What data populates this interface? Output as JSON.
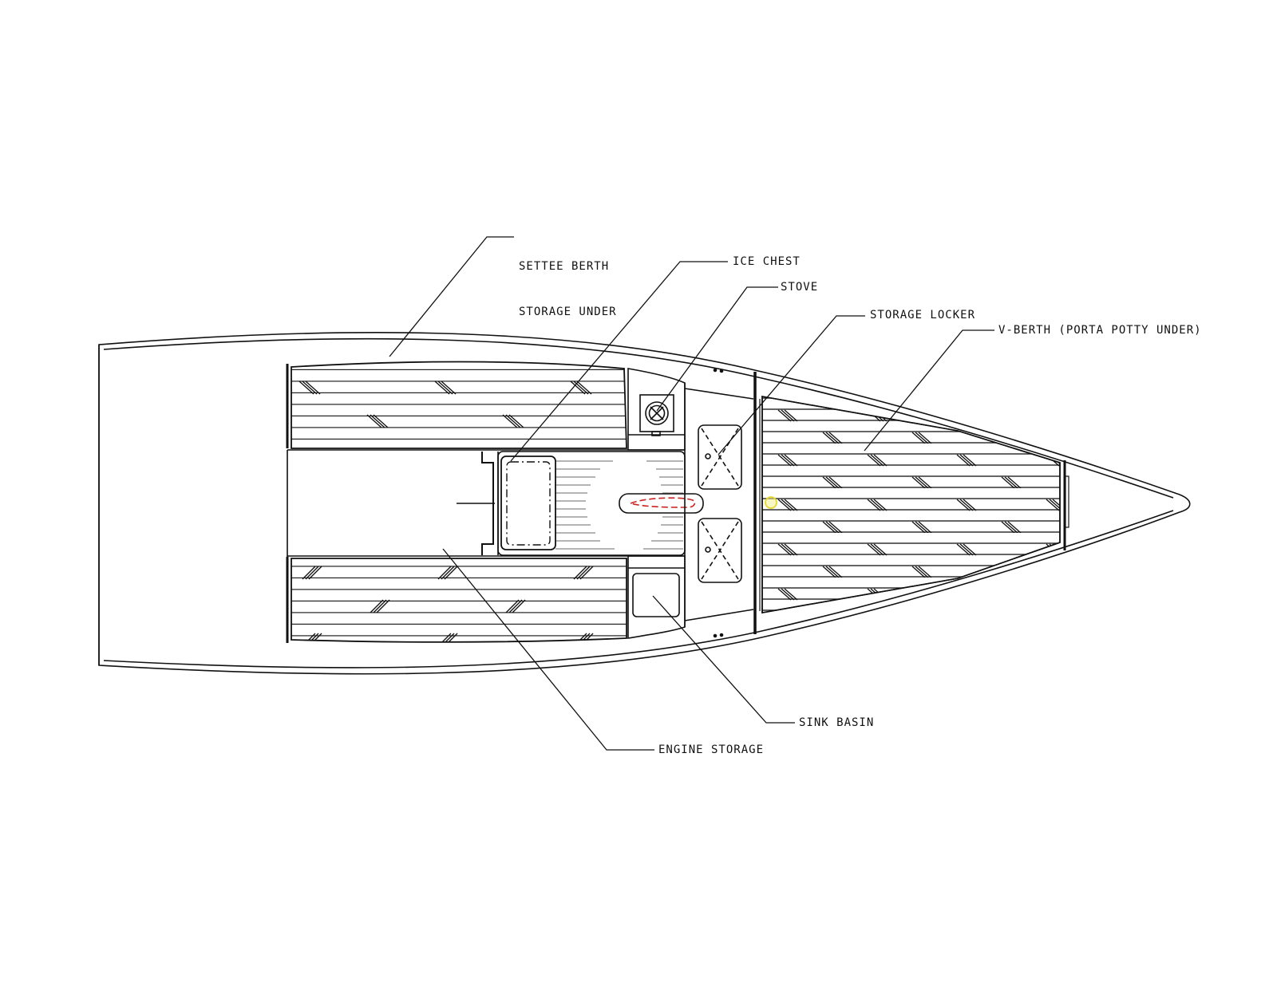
{
  "diagram": {
    "title": "Sailboat interior layout plan",
    "background": "#ffffff",
    "line_color": "#111111",
    "accent_colors": {
      "centerboard_dashed": "#cc2222",
      "marker": "#f2e84a"
    },
    "labels": {
      "settee_line1": "SETTEE BERTH",
      "settee_line2": "STORAGE UNDER",
      "ice_chest": "ICE CHEST",
      "stove": "STOVE",
      "storage_locker": "STORAGE LOCKER",
      "v_berth": "V-BERTH (PORTA POTTY UNDER)",
      "sink_basin": "SINK BASIN",
      "engine_storage": "ENGINE STORAGE"
    },
    "components": [
      "settee-berth-port",
      "settee-berth-starboard",
      "ice-chest",
      "stove",
      "storage-locker-port",
      "storage-locker-starboard",
      "v-berth",
      "sink-basin",
      "engine-storage",
      "centerboard-trunk",
      "bulkhead"
    ]
  }
}
